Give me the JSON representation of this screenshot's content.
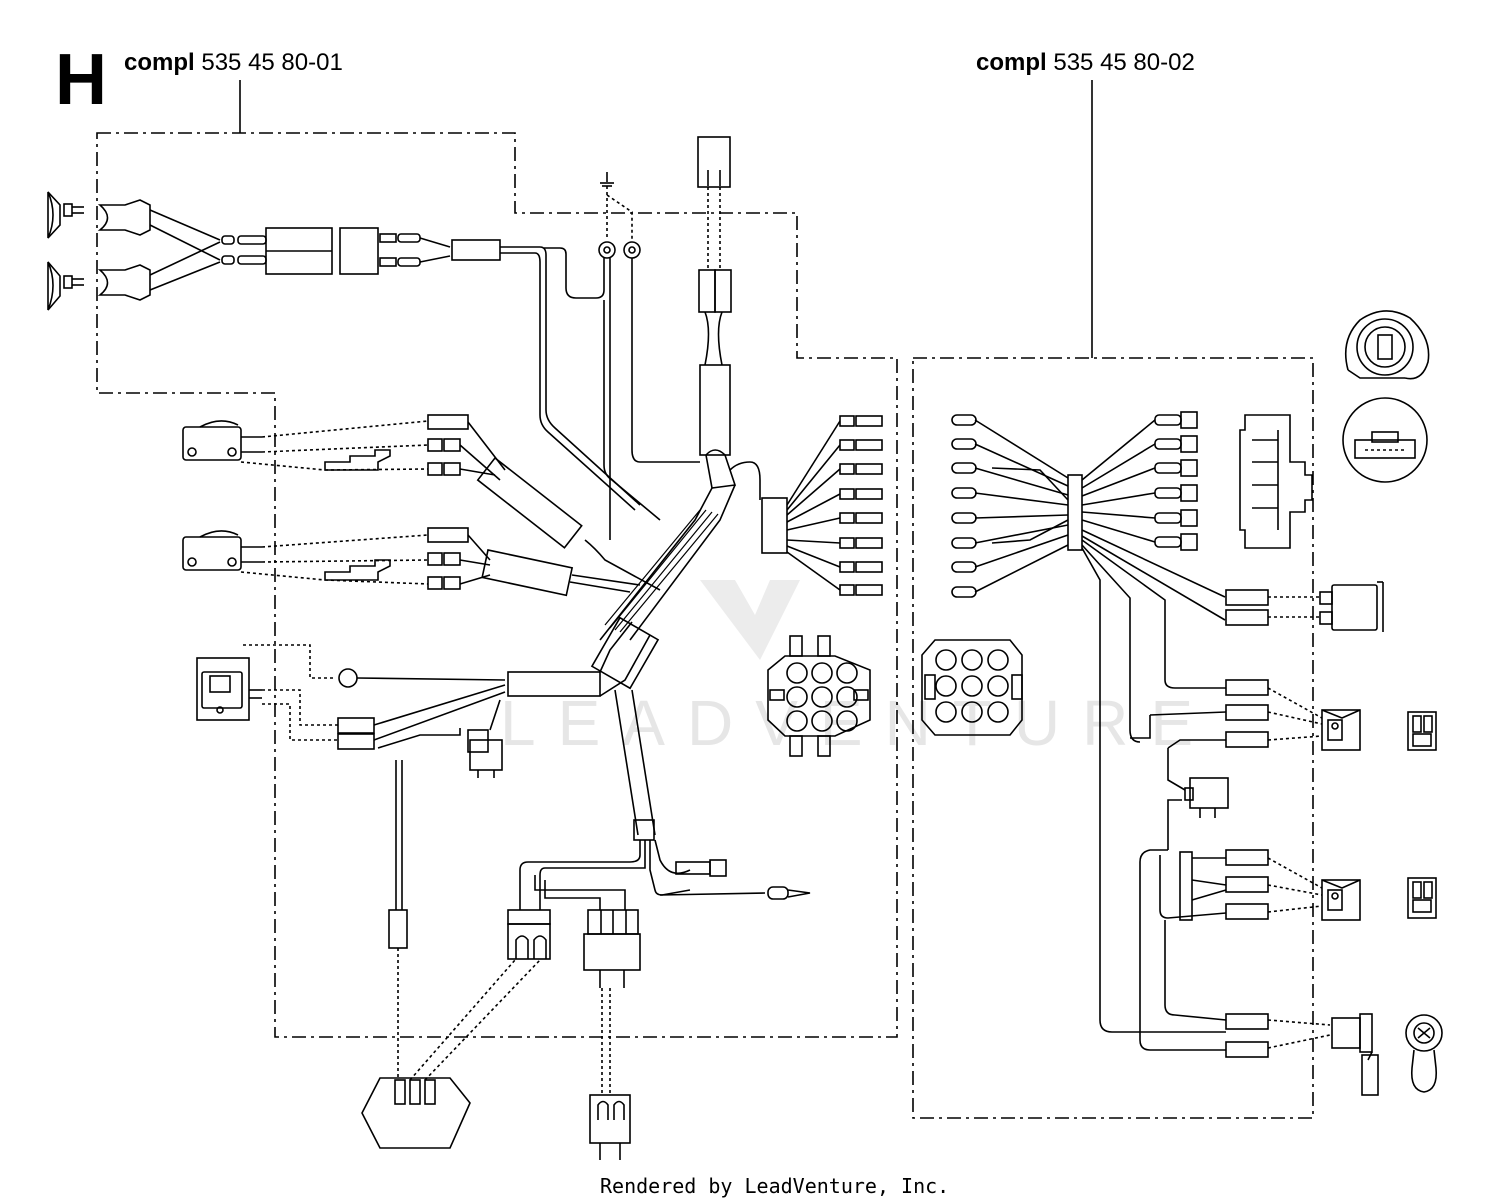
{
  "section_letter": "H",
  "assemblies": [
    {
      "prefix": "compl",
      "part_number": "535 45 80-01"
    },
    {
      "prefix": "compl",
      "part_number": "535 45 80-02"
    }
  ],
  "watermark": "LEADVENTURE",
  "footer": "Rendered by LeadVenture, Inc.",
  "colors": {
    "line": "#000000",
    "watermark": "#e6e6e6",
    "background": "#ffffff"
  }
}
